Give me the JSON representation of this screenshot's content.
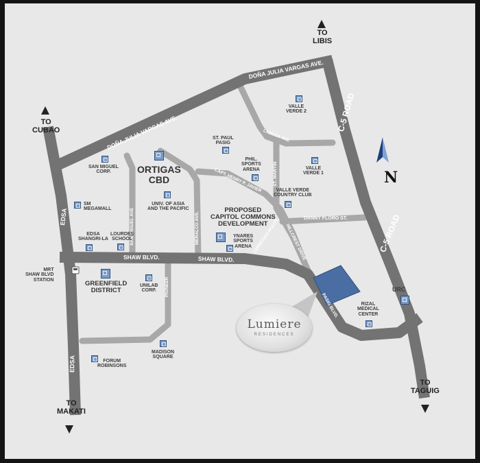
{
  "directions": {
    "libis": "TO\nLIBIS",
    "cubao": "TO\nCUBAO",
    "makati": "TO\nMAKATI",
    "taguig": "TO\nTAGUIG"
  },
  "compass": {
    "north": "N"
  },
  "roads": {
    "dona_julia_top": "DOÑA JULIA VARGAS AVE.",
    "dona_julia_mid": "DOÑA JULIA VARGAS AVE.",
    "c5_top": "C-5 ROAD",
    "c5_bottom": "C-5 ROAD",
    "edsa_top": "EDSA",
    "edsa_bottom": "EDSA",
    "shaw_1": "SHAW BLVD.",
    "shaw_2": "SHAW BLVD.",
    "san_miguel_ave": "SAN MIGUEL AVE",
    "meralco_ave": "MERALCO AVE.",
    "pioneer": "PIONEER",
    "lanuza": "LANUZA AVE",
    "st_martin": "ST. MARTIN",
    "capt_henry": "CAPT. HENRY P. JAVIER",
    "danny_floro": "DANNY FLORO ST.",
    "christian_route": "CHRISTIAN ROUTE",
    "hillcrest": "HILLCREST DRIVE",
    "pasig_blvd": "PASIG BLVD."
  },
  "landmarks": {
    "valle_verde_2": "VALLE\nVERDE 2",
    "st_paul": "ST. PAUL\nPASIG",
    "phil_sports": "PHIL.\nSPORTS\nARENA",
    "valle_verde_1": "VALLE\nVERDE 1",
    "valle_verde_cc": "VALLE VERDE\nCOUNTRY CLUB",
    "san_miguel_corp": "SAN MIGUEL\nCORP.",
    "ortigas_cbd": "ORTIGAS\nCBD",
    "sm_megamall": "SM\nMEGAMALL",
    "univ_asia": "UNIV. OF ASIA\nAND THE PACIFIC",
    "capitol_commons": "PROPOSED\nCAPITOL COMMONS\nDEVELOPMENT",
    "edsa_shangrila": "EDSA\nSHANGRI-LA",
    "lourdes": "LOURDES\nSCHOOL",
    "ynares": "YNARES\nSPORTS\nARENA",
    "mrt_shaw": "MRT\nSHAW BLVD\nSTATION",
    "greenfield": "GREENFIELD\nDISTRICT",
    "unilab": "UNILAB\nCORP.",
    "urc": "URC",
    "rizal_medical": "RIZAL\nMEDICAL\nCENTER",
    "forum": "FORUM\nROBINSONS",
    "madison": "MADISON\nSQUARE"
  },
  "project": {
    "name": "Lumiere",
    "sub": "RESIDENCES"
  },
  "colors": {
    "road": "#737373",
    "road_minor": "#a8a8a8",
    "site": "#4a6ea3",
    "background": "#e8e8e8"
  }
}
